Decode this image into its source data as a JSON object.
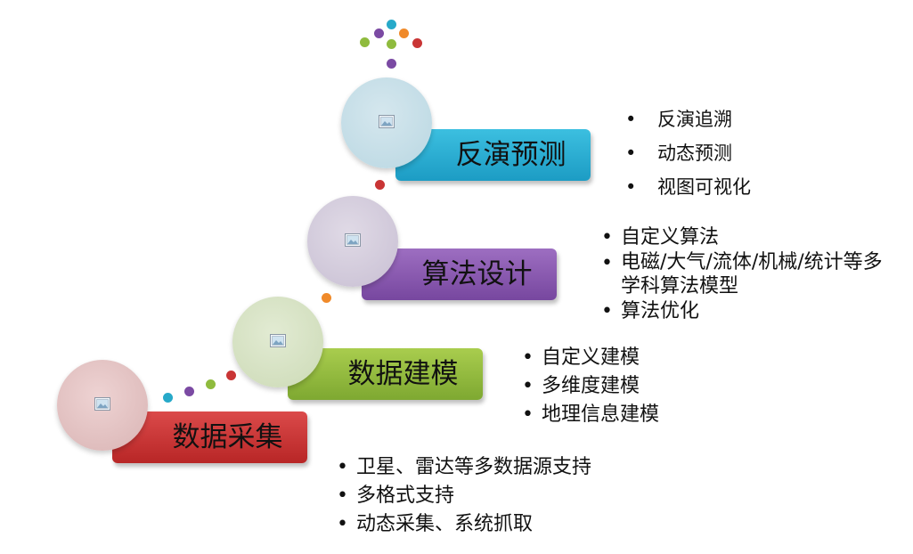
{
  "stages": [
    {
      "title": "数据采集",
      "items": [
        "卫星、雷达等多数据源支持",
        "多格式支持",
        "动态采集、系统抓取"
      ],
      "color": "#c93535"
    },
    {
      "title": "数据建模",
      "items": [
        "自定义建模",
        "多维度建模",
        "地理信息建模"
      ],
      "color": "#95bd3f"
    },
    {
      "title": "算法设计",
      "items": [
        "自定义算法",
        "电磁/大气/流体/机械/统计等多学科算法模型",
        "算法优化"
      ],
      "color": "#8a5bb0"
    },
    {
      "title": "反演预测",
      "items": [
        "反演追溯",
        "动态预测",
        "视图可视化"
      ],
      "color": "#2cb0d4"
    }
  ],
  "bullet": "•",
  "icons": {
    "circle_picture": "picture-placeholder-icon"
  }
}
